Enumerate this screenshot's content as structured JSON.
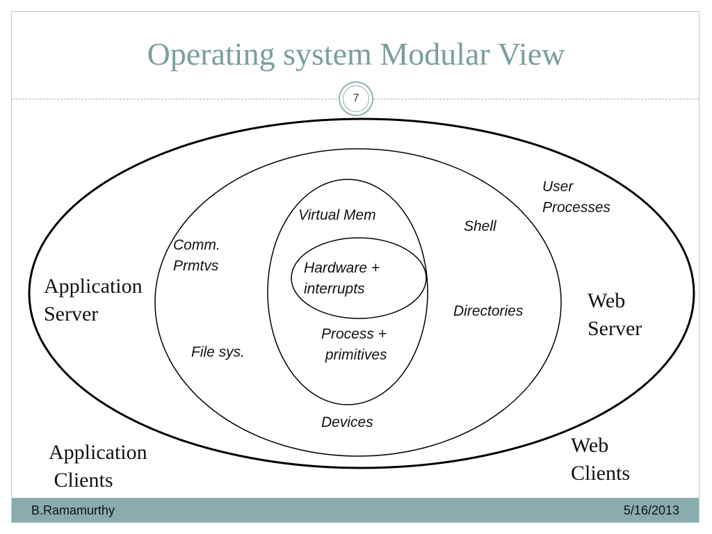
{
  "slide": {
    "title": "Operating system Modular View",
    "page_number": "7",
    "footer_author": "B.Ramamurthy",
    "footer_date": "5/16/2013"
  },
  "diagram": {
    "core": "Hardware +\ninterrupts",
    "kernel_items": {
      "virtual_mem": "Virtual Mem",
      "process": "Process +\n primitives"
    },
    "os_items": {
      "comm": "Comm.\nPrmtvs",
      "file_sys": "File sys.",
      "devices": "Devices",
      "directories": "Directories",
      "shell": "Shell"
    },
    "outer_items": {
      "user_processes": "User\nProcesses",
      "application_server": "Application\nServer",
      "web_server": "Web\nServer"
    },
    "clients": {
      "application_clients": "Application\n Clients",
      "web_clients": "Web\nClients"
    }
  }
}
